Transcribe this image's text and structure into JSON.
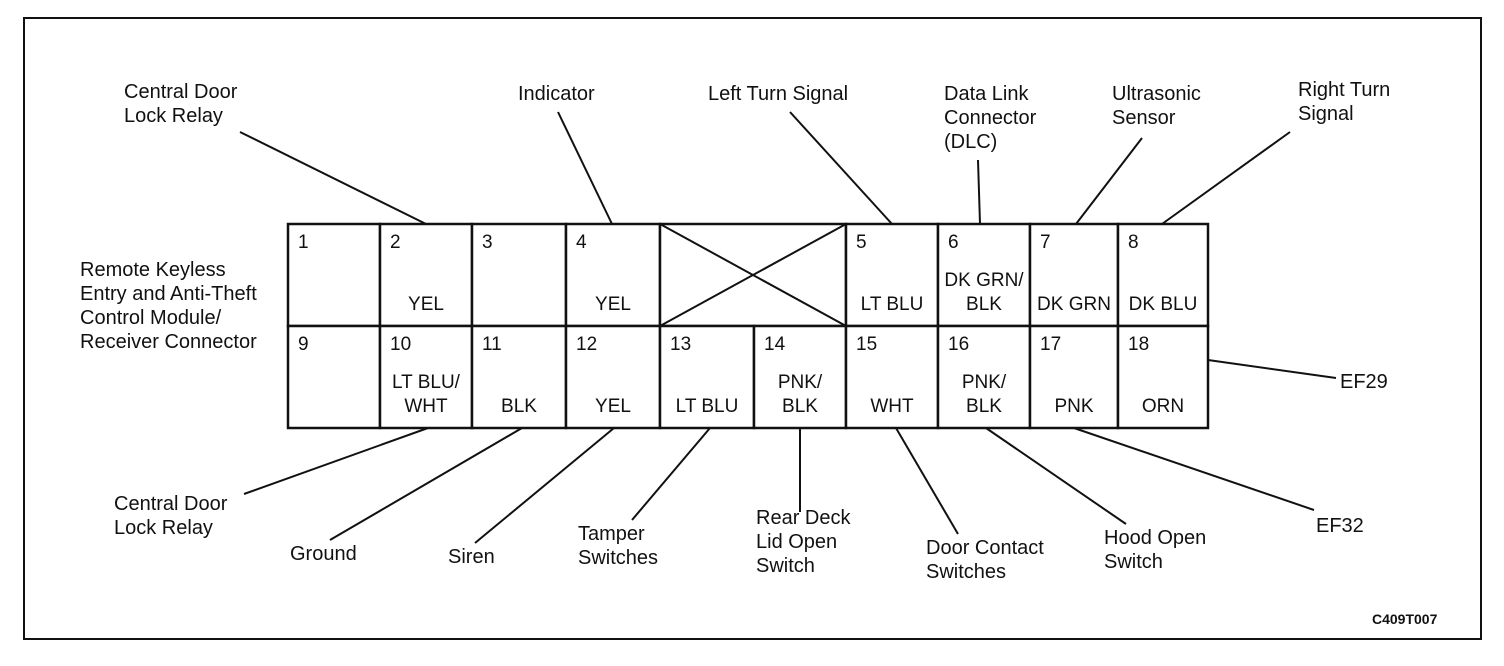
{
  "connector_label": [
    "Remote Keyless",
    "Entry and Anti-Theft",
    "Control Module/",
    "Receiver Connector"
  ],
  "diagram_code": "C409T007",
  "top_row": [
    {
      "pin": "1",
      "color": []
    },
    {
      "pin": "2",
      "color": [
        "YEL"
      ]
    },
    {
      "pin": "3",
      "color": []
    },
    {
      "pin": "4",
      "color": [
        "YEL"
      ]
    },
    {
      "pin": "",
      "color": [],
      "blank": true
    },
    {
      "pin": "5",
      "color": [
        "LT BLU"
      ]
    },
    {
      "pin": "6",
      "color": [
        "DK GRN/",
        "BLK"
      ]
    },
    {
      "pin": "7",
      "color": [
        "DK GRN"
      ]
    },
    {
      "pin": "8",
      "color": [
        "DK BLU"
      ]
    }
  ],
  "bottom_row": [
    {
      "pin": "9",
      "color": []
    },
    {
      "pin": "10",
      "color": [
        "LT BLU/",
        "WHT"
      ]
    },
    {
      "pin": "11",
      "color": [
        "BLK"
      ]
    },
    {
      "pin": "12",
      "color": [
        "YEL"
      ]
    },
    {
      "pin": "13",
      "color": [
        "LT BLU"
      ]
    },
    {
      "pin": "14",
      "color": [
        "PNK/",
        "BLK"
      ]
    },
    {
      "pin": "15",
      "color": [
        "WHT"
      ]
    },
    {
      "pin": "16",
      "color": [
        "PNK/",
        "BLK"
      ]
    },
    {
      "pin": "17",
      "color": [
        "PNK"
      ]
    },
    {
      "pin": "18",
      "color": [
        "ORN"
      ]
    }
  ],
  "callouts_top": [
    {
      "id": "central-door-lock-relay-top",
      "text": [
        "Central Door",
        "Lock Relay"
      ]
    },
    {
      "id": "indicator",
      "text": [
        "Indicator"
      ]
    },
    {
      "id": "left-turn-signal",
      "text": [
        "Left Turn Signal"
      ]
    },
    {
      "id": "data-link-connector",
      "text": [
        "Data Link",
        "Connector",
        "(DLC)"
      ]
    },
    {
      "id": "ultrasonic-sensor",
      "text": [
        "Ultrasonic",
        "Sensor"
      ]
    },
    {
      "id": "right-turn-signal",
      "text": [
        "Right Turn",
        "Signal"
      ]
    }
  ],
  "callouts_bottom": [
    {
      "id": "central-door-lock-relay-bottom",
      "text": [
        "Central Door",
        "Lock Relay"
      ]
    },
    {
      "id": "ground",
      "text": [
        "Ground"
      ]
    },
    {
      "id": "siren",
      "text": [
        "Siren"
      ]
    },
    {
      "id": "tamper-switches",
      "text": [
        "Tamper",
        "Switches"
      ]
    },
    {
      "id": "rear-deck-lid-open-switch",
      "text": [
        "Rear Deck",
        "Lid Open",
        "Switch"
      ]
    },
    {
      "id": "door-contact-switches",
      "text": [
        "Door Contact",
        "Switches"
      ]
    },
    {
      "id": "hood-open-switch",
      "text": [
        "Hood Open",
        "Switch"
      ]
    },
    {
      "id": "ef32",
      "text": [
        "EF32"
      ]
    },
    {
      "id": "ef29",
      "text": [
        "EF29"
      ]
    }
  ]
}
